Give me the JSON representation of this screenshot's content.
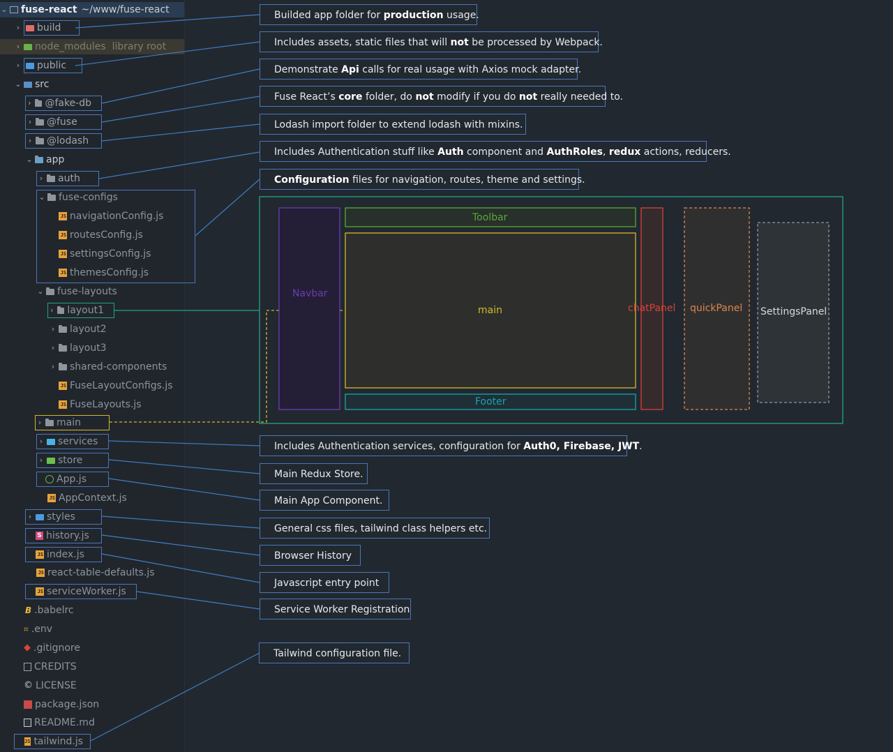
{
  "project": {
    "name": "fuse-react",
    "path": "~/www/fuse-react"
  },
  "tree": {
    "build": "build",
    "node_modules": "node_modules  library root",
    "public": "public",
    "src": "src",
    "fake_db": "@fake-db",
    "fuse": "@fuse",
    "lodash": "@lodash",
    "app": "app",
    "auth": "auth",
    "fuse_configs": "fuse-configs",
    "navigationConfig": "navigationConfig.js",
    "routesConfig": "routesConfig.js",
    "settingsConfig": "settingsConfig.js",
    "themesConfig": "themesConfig.js",
    "fuse_layouts": "fuse-layouts",
    "layout1": "layout1",
    "layout2": "layout2",
    "layout3": "layout3",
    "shared_components": "shared-components",
    "FuseLayoutConfigs": "FuseLayoutConfigs.js",
    "FuseLayouts": "FuseLayouts.js",
    "main": "main",
    "services": "services",
    "store": "store",
    "App": "App.js",
    "AppContext": "AppContext.js",
    "styles": "styles",
    "history": "history.js",
    "index": "index.js",
    "react_table_defaults": "react-table-defaults.js",
    "serviceWorker": "serviceWorker.js",
    "babelrc": ".babelrc",
    "env": ".env",
    "gitignore": ".gitignore",
    "credits": "CREDITS",
    "license": "LICENSE",
    "package": "package.json",
    "readme": "README.md",
    "tailwind": "tailwind.js"
  },
  "annotations": {
    "build": {
      "pre": "Builded app folder for ",
      "b1": "production",
      "post": " usage."
    },
    "public": {
      "pre": "Includes assets, static files that will ",
      "b1": "not",
      "post": " be processed by Webpack."
    },
    "fake_db": {
      "pre": "Demonstrate ",
      "b1": "Api",
      "post": " calls for real usage with Axios mock adapter."
    },
    "fuse": {
      "pre": "Fuse React’s ",
      "b1": "core",
      "mid1": " folder, do ",
      "b2": "not",
      "mid2": " modify if you do ",
      "b3": "not",
      "post": " really needed to."
    },
    "lodash": {
      "text": "Lodash import folder to extend lodash with mixins."
    },
    "auth": {
      "pre": "Includes Authentication stuff like ",
      "b1": "Auth",
      "mid1": " component and ",
      "b2": "AuthRoles",
      "mid2": ", ",
      "b3": "redux",
      "post": " actions, reducers."
    },
    "configs": {
      "b1": "Configuration",
      "post": " files for navigation, routes, theme and settings."
    },
    "services": {
      "pre": "Includes Authentication services, configuration for ",
      "b1": "Auth0, Firebase, JWT",
      "post": "."
    },
    "store": {
      "text": "Main Redux Store."
    },
    "app": {
      "text": "Main App Component."
    },
    "styles": {
      "text": "General css files, tailwind class helpers etc."
    },
    "history": {
      "text": "Browser History"
    },
    "index": {
      "text": "Javascript entry point"
    },
    "sw": {
      "text": "Service Worker Registration"
    },
    "tailwind": {
      "text": "Tailwind configuration file."
    }
  },
  "layout_diagram": {
    "navbar": "Navbar",
    "toolbar": "Toolbar",
    "main": "main",
    "footer": "Footer",
    "chat_panel": "chatPanel",
    "quick_panel": "quickPanel",
    "settings_panel": "SettingsPanel"
  },
  "colors": {
    "connector": "#3e7dc0",
    "layout_frame": "#1fa583",
    "navbar": "#6a3db0",
    "toolbar": "#5aa836",
    "main": "#d4b92c",
    "footer": "#1aa3b2",
    "chat": "#d9423a",
    "quick": "#d9884a",
    "settings": "#8e969f"
  }
}
